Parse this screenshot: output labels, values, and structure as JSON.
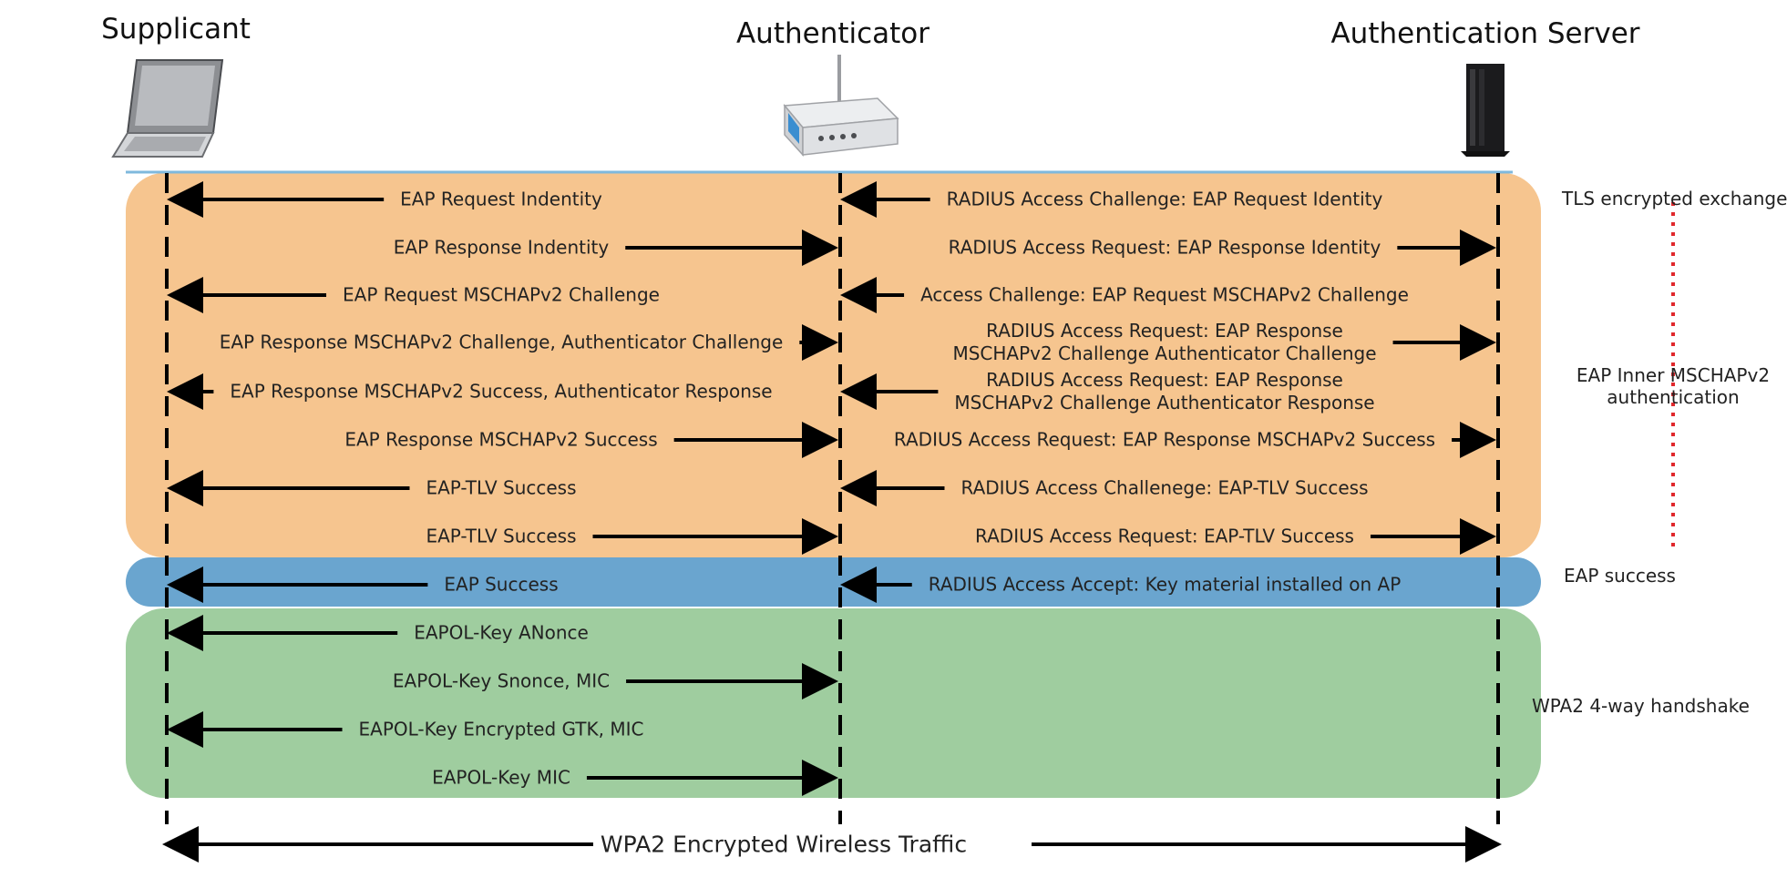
{
  "entities": {
    "supplicant": "Supplicant",
    "authenticator": "Authenticator",
    "server": "Authentication Server"
  },
  "left_messages": [
    {
      "text": "EAP Request Indentity",
      "dir": "left"
    },
    {
      "text": "EAP Response Indentity",
      "dir": "right"
    },
    {
      "text": "EAP Request MSCHAPv2 Challenge",
      "dir": "left"
    },
    {
      "text": "EAP Response MSCHAPv2 Challenge, Authenticator Challenge",
      "dir": "right"
    },
    {
      "text": "EAP Response MSCHAPv2 Success, Authenticator Response",
      "dir": "left"
    },
    {
      "text": "EAP Response MSCHAPv2 Success",
      "dir": "right"
    },
    {
      "text": "EAP-TLV Success",
      "dir": "left"
    },
    {
      "text": "EAP-TLV Success",
      "dir": "right"
    },
    {
      "text": "EAP Success",
      "dir": "left"
    },
    {
      "text": "EAPOL-Key ANonce",
      "dir": "left"
    },
    {
      "text": "EAPOL-Key Snonce, MIC",
      "dir": "right"
    },
    {
      "text": "EAPOL-Key Encrypted GTK, MIC",
      "dir": "left"
    },
    {
      "text": "EAPOL-Key MIC",
      "dir": "right"
    }
  ],
  "right_messages": [
    {
      "text": "RADIUS Access Challenge: EAP Request Identity",
      "dir": "left"
    },
    {
      "text": "RADIUS Access Request: EAP Response Identity",
      "dir": "right"
    },
    {
      "text": "Access Challenge: EAP Request MSCHAPv2 Challenge",
      "dir": "left"
    },
    {
      "text": "RADIUS Access Request: EAP Response\nMSCHAPv2 Challenge Authenticator Challenge",
      "dir": "right"
    },
    {
      "text": "RADIUS Access Request: EAP Response\nMSCHAPv2 Challenge Authenticator Response",
      "dir": "left"
    },
    {
      "text": "RADIUS Access Request: EAP Response MSCHAPv2 Success",
      "dir": "right"
    },
    {
      "text": "RADIUS Access Challenege: EAP-TLV Success",
      "dir": "left"
    },
    {
      "text": "RADIUS Access Request: EAP-TLV Success",
      "dir": "right"
    },
    {
      "text": "RADIUS Access Accept: Key material installed on AP",
      "dir": "left"
    }
  ],
  "phases": {
    "tls": "TLS encrypted exchange",
    "inner": "EAP Inner MSCHAPv2\nauthentication",
    "success": "EAP success",
    "handshake": "WPA2 4-way handshake"
  },
  "traffic_label": "WPA2 Encrypted Wireless Traffic",
  "colors": {
    "tls_band": "#f6c58f",
    "eap_success_band": "#6aa5cf",
    "handshake_band": "#9fcd9f",
    "dotted_bracket": "#e0282c"
  },
  "icons": {
    "supplicant": "laptop-icon",
    "authenticator": "wireless-router-icon",
    "server": "server-tower-icon"
  }
}
